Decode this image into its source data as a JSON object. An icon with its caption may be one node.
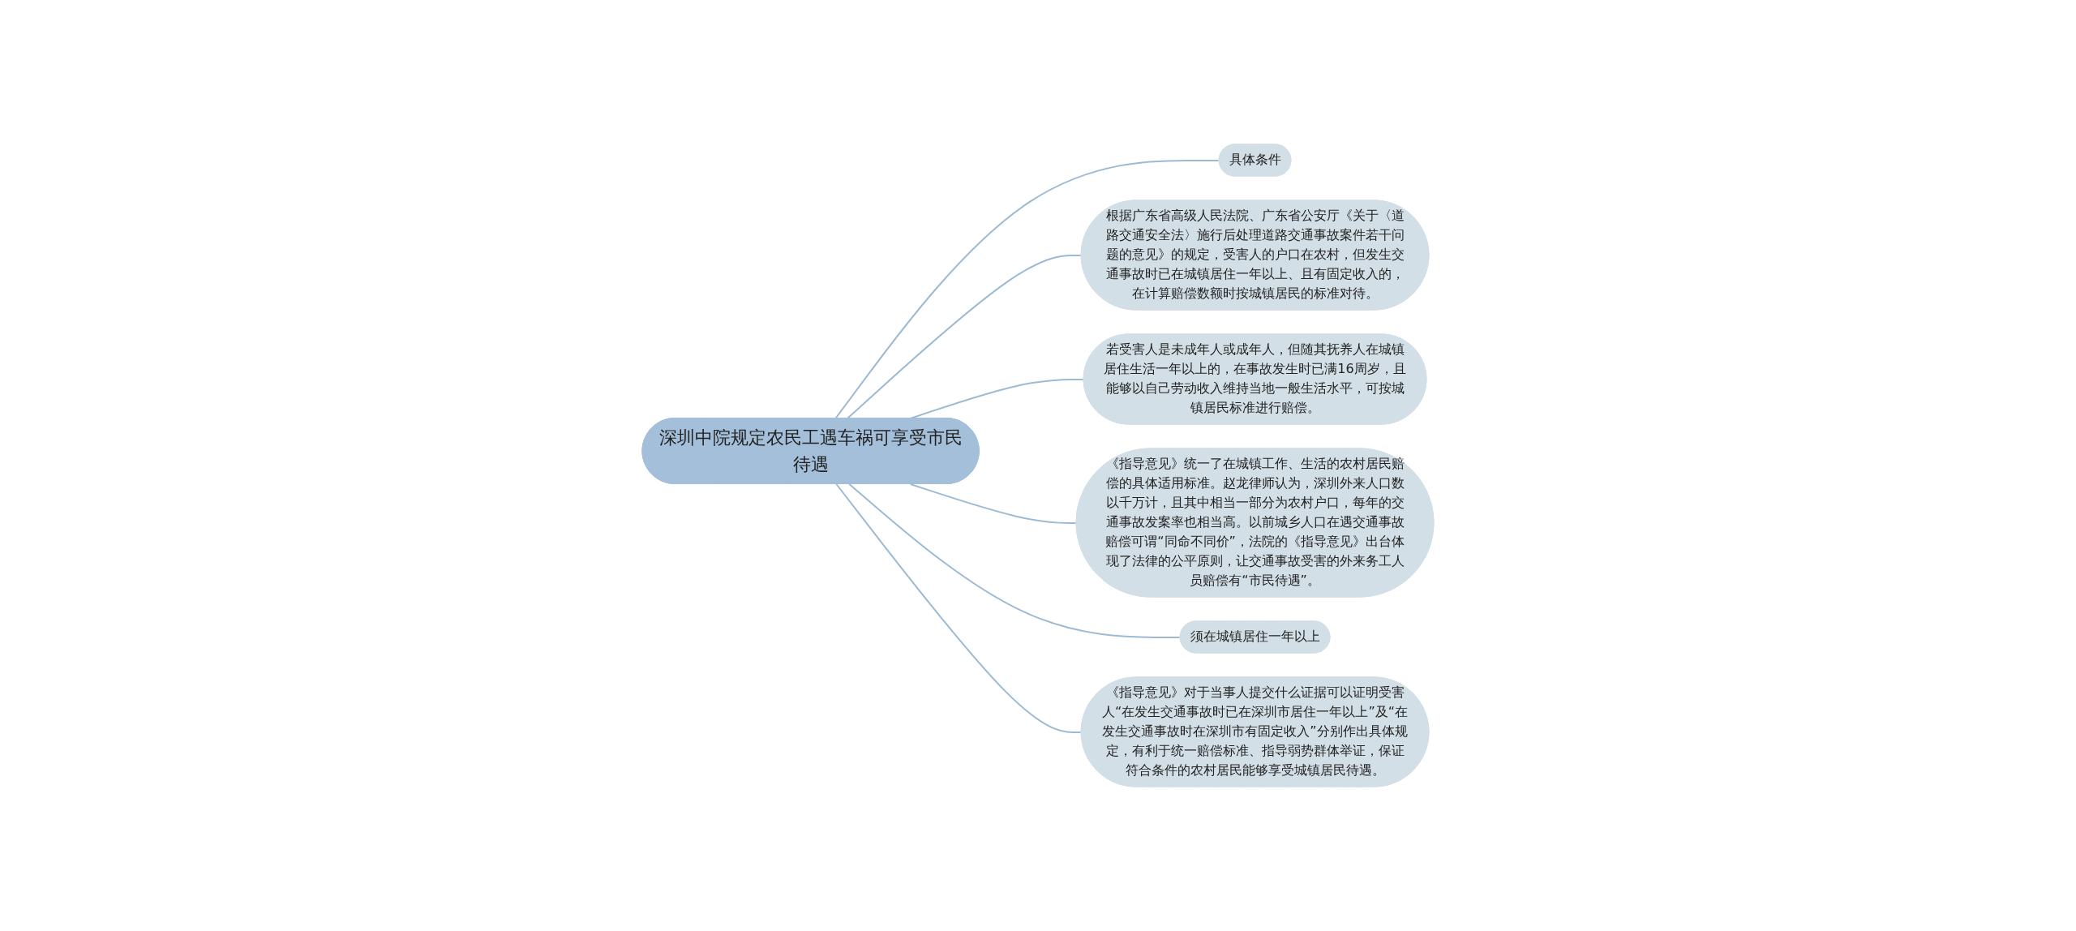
{
  "diagram": {
    "nodes": [
      {
        "text": [
          "深圳中院规定农民工遇车祸可享受市民待遇"
        ]
      },
      {
        "text": [
          "具体条件"
        ]
      },
      {
        "text": [
          "根据广东省高级人民法院、广东省公安厅《关于〈道路交通安全法〉施行后处理道路交通事故案件若干问题的意见》的规定，受害人的户口在农村，但发生交通事故时已在城镇居住一年以上、且有固定收入的，在计算赔偿数额时按城镇居民的标准对待。"
        ]
      },
      {
        "text": [
          "若受害人是未成年人或成年人，但随其抚养人在城镇居住生活一年以上的，在事故发生时已满16周岁，且能够以自己劳动收入维持当地一般生活水平，可按城镇居民标准进行赔偿。"
        ]
      },
      {
        "text": [
          "《指导意见》统一了在城镇工作、生活的农村居民赔偿的具体适用标准。赵龙律师认为，深圳外来人口数以千万计，且其中相当一部分为农村户口，每年的交通事故发案率也相当高。以前城乡人口在遇交通事故赔偿可谓“同命不同价”，法院的《指导意见》出台体现了法律的公平原则，让交通事故受害的外来务工人员赔偿有“市民待遇”。"
        ]
      },
      {
        "text": [
          "须在城镇居住一年以上"
        ]
      },
      {
        "text": [
          "《指导意见》对于当事人提交什么证据可以证明受害人“在发生交通事故时已在深圳市居住一年以上”及“在发生交通事故时在深圳市有固定收入”分别作出具体规定，有利于统一赔偿标准、指导弱势群体举证，保证符合条件的农村居民能够享受城镇居民待遇。"
        ]
      }
    ],
    "edges": [
      {
        "from": 0,
        "to": 1,
        "arrow": "none"
      },
      {
        "from": 0,
        "to": 2,
        "arrow": "none"
      },
      {
        "from": 0,
        "to": 3,
        "arrow": "none"
      },
      {
        "from": 0,
        "to": 4,
        "arrow": "none"
      },
      {
        "from": 0,
        "to": 5,
        "arrow": "none"
      },
      {
        "from": 0,
        "to": 6,
        "arrow": "none"
      }
    ]
  }
}
